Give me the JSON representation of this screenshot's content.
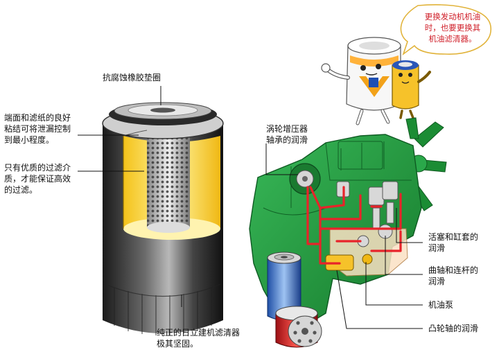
{
  "speech_bubble": {
    "lines": [
      "更换发动机机油",
      "时，也要更换其",
      "机油滤清器。"
    ]
  },
  "filter_labels": {
    "gasket": "抗腐蚀橡胶垫圈",
    "end_face": [
      "端面和滤纸的良好",
      "粘结可将泄漏控制",
      "到最小程度。"
    ],
    "media": [
      "只有优质的过滤介",
      "质，才能保证高效",
      "的过滤。"
    ],
    "genuine": [
      "纯正的日立建机滤清器",
      "极其坚固。"
    ]
  },
  "engine_labels": {
    "turbo": [
      "涡轮增压器",
      "轴承的润滑"
    ],
    "piston": [
      "活塞和缸套的",
      "润滑"
    ],
    "crank": [
      "曲轴和连杆的",
      "润滑"
    ],
    "pump": "机油泵",
    "cam": "凸轮轴的润滑"
  },
  "colors": {
    "engine_green": "#1f9a3c",
    "oil_line_red": "#e8232a",
    "filter_yellow": "#ffe24a",
    "bubble_text_red": "#d0202a"
  }
}
